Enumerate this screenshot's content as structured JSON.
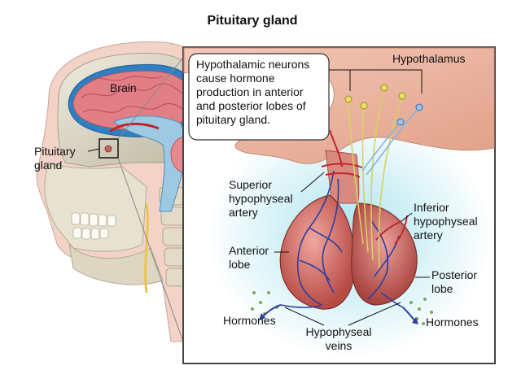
{
  "title": "Pituitary gland",
  "callout": {
    "line1": "Hypothalamic neurons",
    "line2": "cause hormone",
    "line3": "production in anterior",
    "line4": "and posterior lobes of",
    "line5": "pituitary gland."
  },
  "labels": {
    "brain": "Brain",
    "pituitary_line1": "Pituitary",
    "pituitary_line2": "gland",
    "hypothalamus": "Hypothalamus",
    "superior_line1": "Superior",
    "superior_line2": "hypophyseal",
    "superior_line3": "artery",
    "inferior_line1": "Inferior",
    "inferior_line2": "hypophyseal",
    "inferior_line3": "artery",
    "anterior_line1": "Anterior",
    "anterior_line2": "lobe",
    "posterior_line1": "Posterior",
    "posterior_line2": "lobe",
    "hormones_left": "Hormones",
    "hormones_right": "Hormones",
    "veins_line1": "Hypophyseal",
    "veins_line2": "veins"
  },
  "colors": {
    "gland": "#c8645a",
    "artery": "#c0262b",
    "vein": "#2b3f9e",
    "neuron": "#d8d060",
    "panel_glow": "#bfeaf2",
    "bone": "#d9d4c2",
    "brain": "#e27f86"
  }
}
